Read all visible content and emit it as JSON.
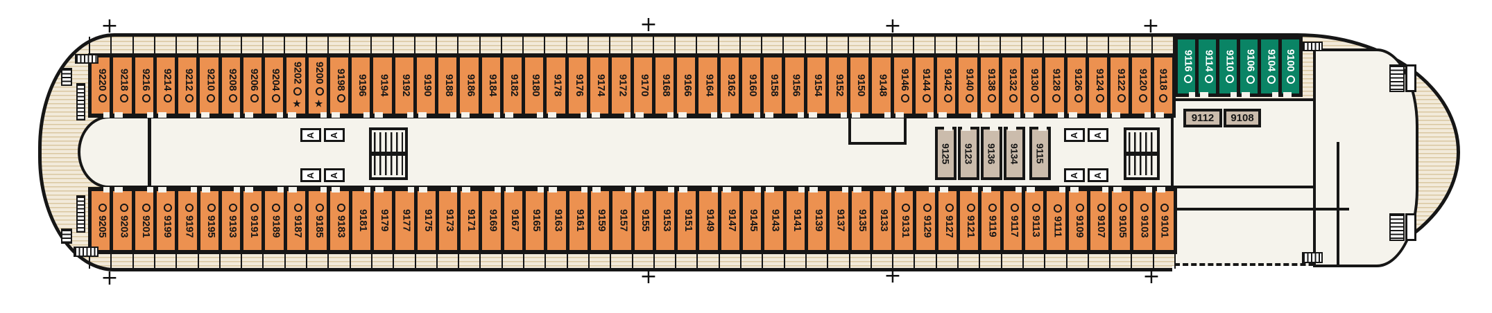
{
  "symbols": {
    "star": "★",
    "registration_mark": "+"
  },
  "elevator_label": "A",
  "colors": {
    "wall": "#161616",
    "orange": "#EC9150",
    "green": "#0A8465",
    "beige": "#CBBCAC",
    "cream": "#F2EADA",
    "stripe": "#D9C7A0",
    "floor": "#F5F3EC"
  },
  "cabins": {
    "top": [
      {
        "n": "9220",
        "s": "o"
      },
      {
        "n": "9218",
        "s": "o"
      },
      {
        "n": "9216",
        "s": "o"
      },
      {
        "n": "9214",
        "s": "o"
      },
      {
        "n": "9212",
        "s": "o"
      },
      {
        "n": "9210",
        "s": "o"
      },
      {
        "n": "9208",
        "s": "o"
      },
      {
        "n": "9206",
        "s": "o"
      },
      {
        "n": "9204",
        "s": "o"
      },
      {
        "n": "9202",
        "s": "o*"
      },
      {
        "n": "9200",
        "s": "o*"
      },
      {
        "n": "9198",
        "s": "o"
      },
      {
        "n": "9196",
        "s": ""
      },
      {
        "n": "9194",
        "s": ""
      },
      {
        "n": "9192",
        "s": ""
      },
      {
        "n": "9190",
        "s": ""
      },
      {
        "n": "9188",
        "s": ""
      },
      {
        "n": "9186",
        "s": ""
      },
      {
        "n": "9184",
        "s": ""
      },
      {
        "n": "9182",
        "s": ""
      },
      {
        "n": "9180",
        "s": ""
      },
      {
        "n": "9178",
        "s": ""
      },
      {
        "n": "9176",
        "s": ""
      },
      {
        "n": "9174",
        "s": ""
      },
      {
        "n": "9172",
        "s": ""
      },
      {
        "n": "9170",
        "s": ""
      },
      {
        "n": "9168",
        "s": ""
      },
      {
        "n": "9166",
        "s": ""
      },
      {
        "n": "9164",
        "s": ""
      },
      {
        "n": "9162",
        "s": ""
      },
      {
        "n": "9160",
        "s": ""
      },
      {
        "n": "9158",
        "s": ""
      },
      {
        "n": "9156",
        "s": ""
      },
      {
        "n": "9154",
        "s": ""
      },
      {
        "n": "9152",
        "s": ""
      },
      {
        "n": "9150",
        "s": ""
      },
      {
        "n": "9148",
        "s": ""
      },
      {
        "n": "9146",
        "s": "o"
      },
      {
        "n": "9144",
        "s": "o"
      },
      {
        "n": "9142",
        "s": "o"
      },
      {
        "n": "9140",
        "s": "o"
      },
      {
        "n": "9138",
        "s": "o"
      },
      {
        "n": "9132",
        "s": "o"
      },
      {
        "n": "9130",
        "s": "o"
      },
      {
        "n": "9128",
        "s": "o"
      },
      {
        "n": "9126",
        "s": "o"
      },
      {
        "n": "9124",
        "s": "o"
      },
      {
        "n": "9122",
        "s": "o"
      },
      {
        "n": "9120",
        "s": "o"
      },
      {
        "n": "9118",
        "s": "o"
      }
    ],
    "green": [
      {
        "n": "9116",
        "s": "o"
      },
      {
        "n": "9114",
        "s": "o"
      },
      {
        "n": "9110",
        "s": "o"
      },
      {
        "n": "9106",
        "s": "o"
      },
      {
        "n": "9104",
        "s": "o"
      },
      {
        "n": "9100",
        "s": "o"
      }
    ],
    "middle": [
      {
        "n": "9125",
        "s": ""
      },
      {
        "n": "9123",
        "s": ""
      },
      {
        "n": "9136",
        "s": ""
      },
      {
        "n": "9134",
        "s": ""
      },
      {
        "n": "9115",
        "s": ""
      }
    ],
    "forward": [
      {
        "n": "9112",
        "s": ""
      },
      {
        "n": "9108",
        "s": ""
      }
    ],
    "bottom": [
      {
        "n": "9205",
        "s": "o"
      },
      {
        "n": "9203",
        "s": "o"
      },
      {
        "n": "9201",
        "s": "o"
      },
      {
        "n": "9199",
        "s": "o"
      },
      {
        "n": "9197",
        "s": "o"
      },
      {
        "n": "9195",
        "s": "o"
      },
      {
        "n": "9193",
        "s": "o"
      },
      {
        "n": "9191",
        "s": "o"
      },
      {
        "n": "9189",
        "s": "o"
      },
      {
        "n": "9187",
        "s": "o"
      },
      {
        "n": "9185",
        "s": "o"
      },
      {
        "n": "9183",
        "s": "o"
      },
      {
        "n": "9181",
        "s": ""
      },
      {
        "n": "9179",
        "s": ""
      },
      {
        "n": "9177",
        "s": ""
      },
      {
        "n": "9175",
        "s": ""
      },
      {
        "n": "9173",
        "s": ""
      },
      {
        "n": "9171",
        "s": ""
      },
      {
        "n": "9169",
        "s": ""
      },
      {
        "n": "9167",
        "s": ""
      },
      {
        "n": "9165",
        "s": ""
      },
      {
        "n": "9163",
        "s": ""
      },
      {
        "n": "9161",
        "s": ""
      },
      {
        "n": "9159",
        "s": ""
      },
      {
        "n": "9157",
        "s": ""
      },
      {
        "n": "9155",
        "s": ""
      },
      {
        "n": "9153",
        "s": ""
      },
      {
        "n": "9151",
        "s": ""
      },
      {
        "n": "9149",
        "s": ""
      },
      {
        "n": "9147",
        "s": ""
      },
      {
        "n": "9145",
        "s": ""
      },
      {
        "n": "9143",
        "s": ""
      },
      {
        "n": "9141",
        "s": ""
      },
      {
        "n": "9139",
        "s": ""
      },
      {
        "n": "9137",
        "s": ""
      },
      {
        "n": "9135",
        "s": ""
      },
      {
        "n": "9133",
        "s": ""
      },
      {
        "n": "9131",
        "s": "o"
      },
      {
        "n": "9129",
        "s": "o"
      },
      {
        "n": "9127",
        "s": "o"
      },
      {
        "n": "9121",
        "s": "o"
      },
      {
        "n": "9119",
        "s": "o"
      },
      {
        "n": "9117",
        "s": "o"
      },
      {
        "n": "9113",
        "s": "o"
      },
      {
        "n": "9111",
        "s": "o"
      },
      {
        "n": "9109",
        "s": "o"
      },
      {
        "n": "9107",
        "s": "o"
      },
      {
        "n": "9105",
        "s": "o"
      },
      {
        "n": "9103",
        "s": "o"
      },
      {
        "n": "9101",
        "s": "o"
      }
    ]
  }
}
